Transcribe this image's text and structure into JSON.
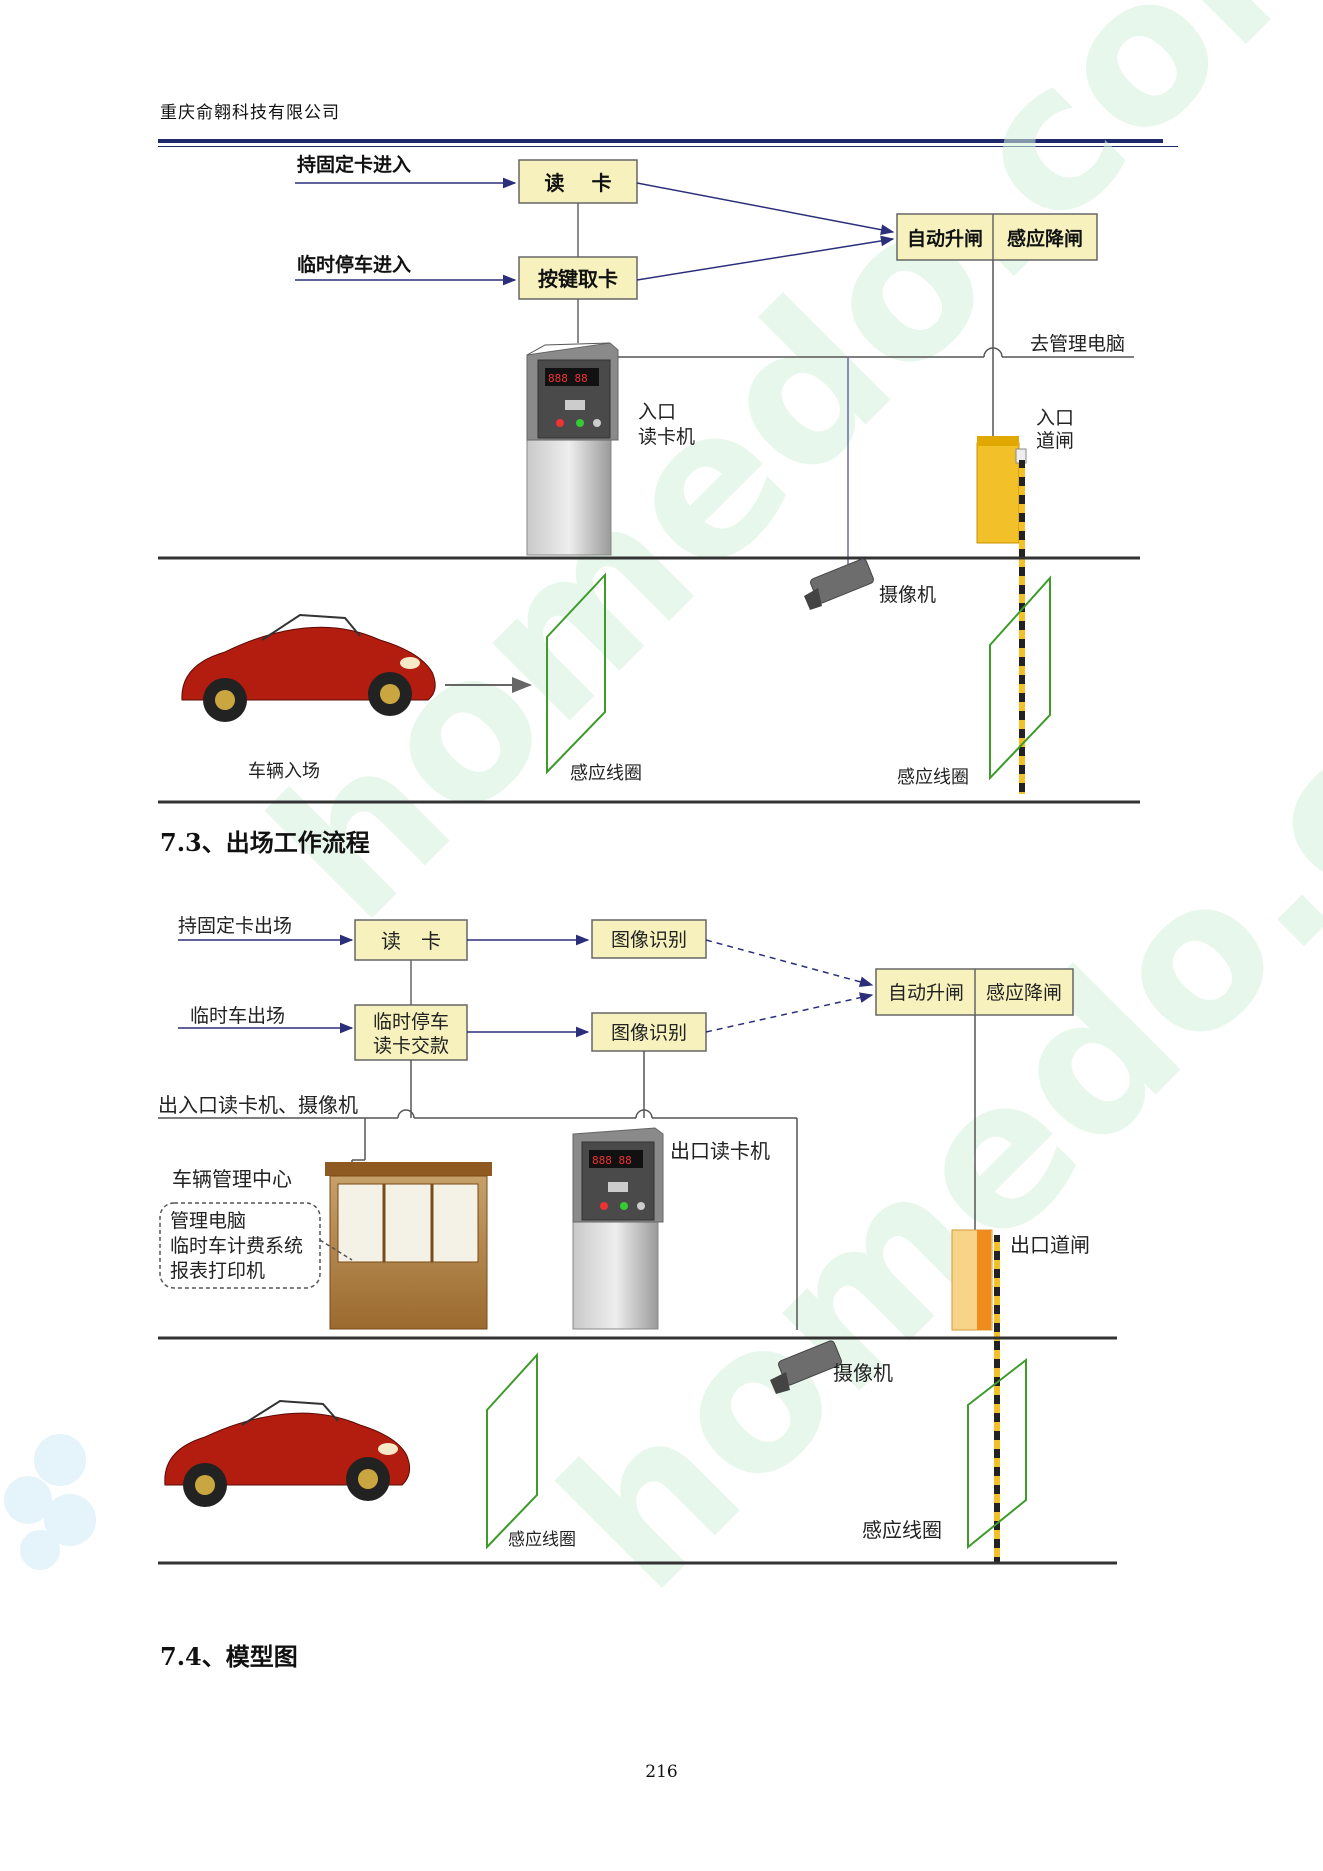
{
  "header": {
    "company": "重庆俞翱科技有限公司"
  },
  "colors": {
    "rule": "#1f2a6b",
    "box_fill": "#f7f2bd",
    "arrow": "#2b2f7a",
    "loop": "#3e9a2a",
    "barrier": "#f2c028",
    "watermark": "#c8ecd2"
  },
  "entry_diagram": {
    "input_fixed": "持固定卡进入",
    "input_temp": "临时停车进入",
    "read_card": "读　 卡",
    "press_key": "按键取卡",
    "auto_raise": "自动升闸",
    "sensor_lower": "感应降闸",
    "to_pc": "去管理电脑",
    "reader_label_1": "入口",
    "reader_label_2": "读卡机",
    "gate_label_1": "入口",
    "gate_label_2": "道闸",
    "camera": "摄像机",
    "car_entering": "车辆入场",
    "loop_1": "感应线圈",
    "loop_2": "感应线圈",
    "icons": [
      "car-image",
      "card-reader-kiosk",
      "camera-icon",
      "barrier-gate",
      "induction-loop"
    ]
  },
  "section_73": {
    "title": "7.3、出场工作流程"
  },
  "exit_diagram": {
    "input_fixed": "持固定卡出场",
    "input_temp": "临时车出场",
    "read_card": "读　卡",
    "temp_pay_1": "临时停车",
    "temp_pay_2": "读卡交款",
    "image_rec_1": "图像识别",
    "image_rec_2": "图像识别",
    "auto_raise": "自动升闸",
    "sensor_lower": "感应降闸",
    "in_out_readers": "出入口读卡机、摄像机",
    "mgmt_center": "车辆管理中心",
    "mgmt_pc": "管理电脑",
    "fee_system": "临时车计费系统",
    "report_printer": "报表打印机",
    "exit_reader": "出口读卡机",
    "exit_gate": "出口道闸",
    "camera": "摄像机",
    "loop_1": "感应线圈",
    "loop_2": "感应线圈"
  },
  "section_74": {
    "title": "7.4、模型图"
  },
  "page_number": "216"
}
